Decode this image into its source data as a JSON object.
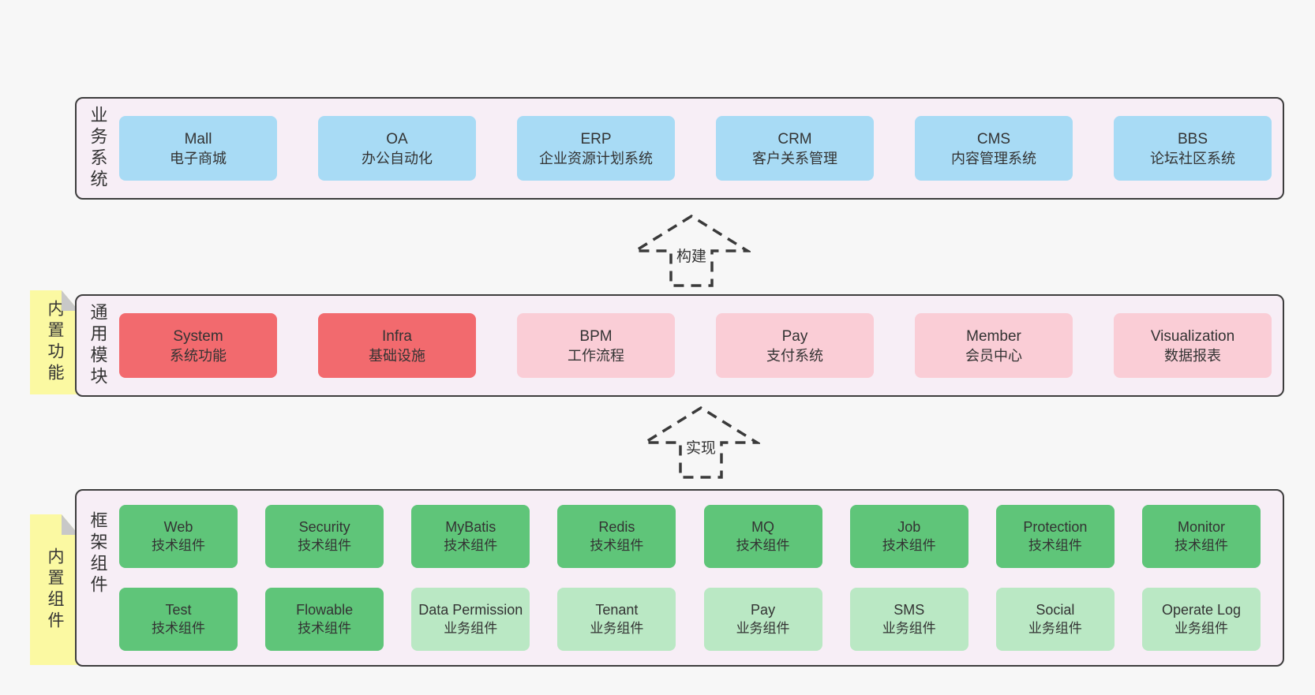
{
  "page": {
    "background": "#f7f7f7"
  },
  "colors": {
    "band_background": "#f7eef6",
    "band_border": "#3d3d3d",
    "blue_box": "#a8dbf5",
    "red_box": "#f26a6e",
    "pink_box": "#facdd6",
    "green_box": "#5fc579",
    "light_green_box": "#bae8c4",
    "sticky_yellow": "#fbf9a2",
    "sticky_fold": "#c8c8c8",
    "text": "#333333"
  },
  "arrows": [
    {
      "label": "构建"
    },
    {
      "label": "实现"
    }
  ],
  "bands": [
    {
      "label": "业务系统",
      "boxes": [
        {
          "title": "Mall",
          "subtitle": "电子商城"
        },
        {
          "title": "OA",
          "subtitle": "办公自动化"
        },
        {
          "title": "ERP",
          "subtitle": "企业资源计划系统"
        },
        {
          "title": "CRM",
          "subtitle": "客户关系管理"
        },
        {
          "title": "CMS",
          "subtitle": "内容管理系统"
        },
        {
          "title": "BBS",
          "subtitle": "论坛社区系统"
        }
      ]
    },
    {
      "sticky": "内置功能",
      "label": "通用模块",
      "boxes": [
        {
          "title": "System",
          "subtitle": "系统功能"
        },
        {
          "title": "Infra",
          "subtitle": "基础设施"
        },
        {
          "title": "BPM",
          "subtitle": "工作流程"
        },
        {
          "title": "Pay",
          "subtitle": "支付系统"
        },
        {
          "title": "Member",
          "subtitle": "会员中心"
        },
        {
          "title": "Visualization",
          "subtitle": "数据报表"
        }
      ]
    },
    {
      "sticky": "内置组件",
      "label": "框架组件",
      "rows": [
        [
          {
            "title": "Web",
            "subtitle": "技术组件"
          },
          {
            "title": "Security",
            "subtitle": "技术组件"
          },
          {
            "title": "MyBatis",
            "subtitle": "技术组件"
          },
          {
            "title": "Redis",
            "subtitle": "技术组件"
          },
          {
            "title": "MQ",
            "subtitle": "技术组件"
          },
          {
            "title": "Job",
            "subtitle": "技术组件"
          },
          {
            "title": "Protection",
            "subtitle": "技术组件"
          },
          {
            "title": "Monitor",
            "subtitle": "技术组件"
          }
        ],
        [
          {
            "title": "Test",
            "subtitle": "技术组件"
          },
          {
            "title": "Flowable",
            "subtitle": "技术组件"
          },
          {
            "title": "Data Permission",
            "subtitle": "业务组件"
          },
          {
            "title": "Tenant",
            "subtitle": "业务组件"
          },
          {
            "title": "Pay",
            "subtitle": "业务组件"
          },
          {
            "title": "SMS",
            "subtitle": "业务组件"
          },
          {
            "title": "Social",
            "subtitle": "业务组件"
          },
          {
            "title": "Operate Log",
            "subtitle": "业务组件"
          }
        ]
      ]
    }
  ]
}
